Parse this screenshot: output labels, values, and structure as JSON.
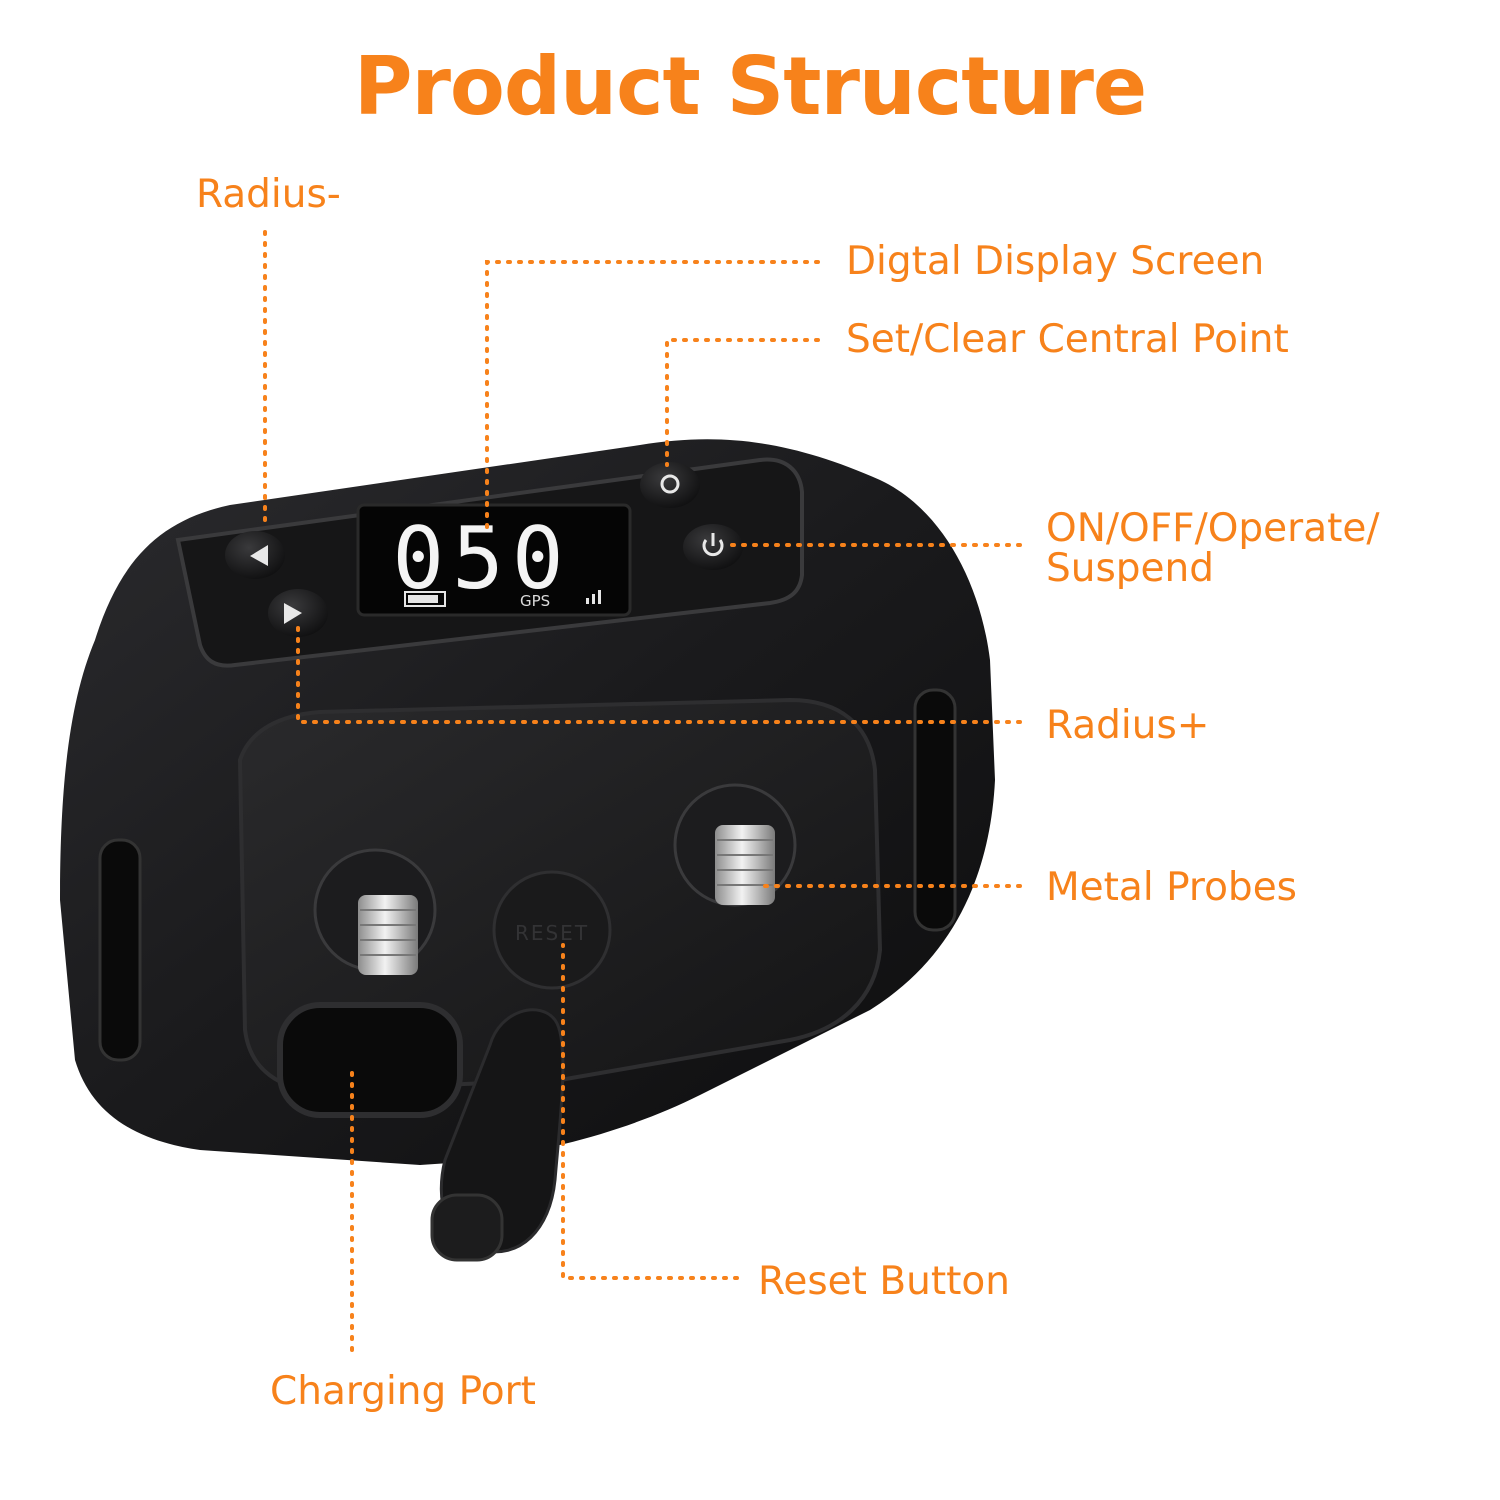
{
  "title": "Product Structure",
  "accent_color": "#f7821b",
  "device_color": "#1d1d1f",
  "labels": {
    "radius_minus": "Radius-",
    "display_screen": "Digtal Display Screen",
    "set_clear_point": "Set/Clear Central Point",
    "power_line1": "ON/OFF/Operate/",
    "power_line2": "Suspend",
    "radius_plus": "Radius+",
    "metal_probes": "Metal Probes",
    "reset_button": "Reset Button",
    "charging_port": "Charging Port"
  },
  "device": {
    "display_digits": "050",
    "gps_text": "GPS",
    "reset_text": "RESET"
  }
}
